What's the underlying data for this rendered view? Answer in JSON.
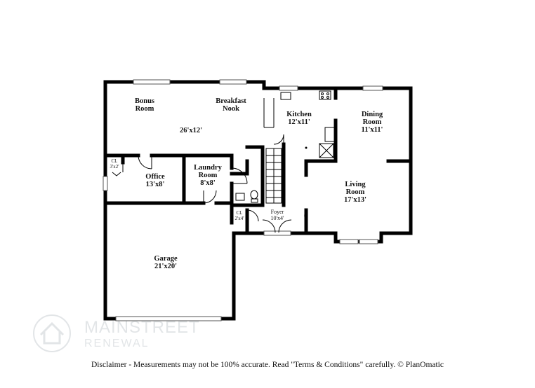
{
  "rooms": {
    "bonus": {
      "name_line1": "Bonus",
      "name_line2": "Room"
    },
    "breakfast": {
      "name_line1": "Breakfast",
      "name_line2": "Nook",
      "dims": "26'x12'"
    },
    "kitchen": {
      "name": "Kitchen",
      "dims": "12'x11'"
    },
    "dining": {
      "name_line1": "Dining",
      "name_line2": "Room",
      "dims": "11'x11'"
    },
    "office": {
      "name": "Office",
      "dims": "13'x8'"
    },
    "laundry": {
      "name_line1": "Laundry",
      "name_line2": "Room",
      "dims": "8'x8'"
    },
    "living": {
      "name_line1": "Living",
      "name_line2": "Room",
      "dims": "17'x13'"
    },
    "closet_office": {
      "name": "CL",
      "dims": "3'x2'"
    },
    "closet_foyer": {
      "name": "CL",
      "dims": "2'x4'"
    },
    "foyer": {
      "name": "Foyer",
      "dims": "10'x4'"
    },
    "garage": {
      "name": "Garage",
      "dims": "21'x20'"
    }
  },
  "watermark": {
    "line1": "MAINSTREET",
    "line2": "RENEWAL"
  },
  "disclaimer": "Disclaimer - Measurements may not be 100% accurate. Read \"Terms & Conditions\" carefully. © PlanOmatic"
}
